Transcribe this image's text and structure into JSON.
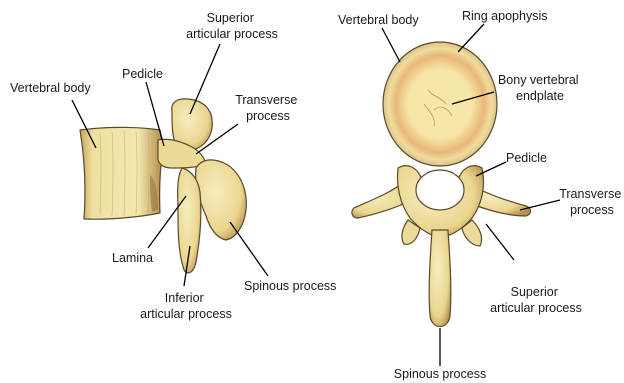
{
  "colors": {
    "bone_light": "#f3e8b0",
    "bone_mid": "#e9d58c",
    "bone_shadow": "#9b7a3a",
    "ring_apophysis": "#e8b878",
    "endplate": "#f6e6a8",
    "outline": "#5a4a2a",
    "background": "#ffffff"
  },
  "left_view": {
    "labels": {
      "superior_articular_process": [
        "Superior",
        "articular process"
      ],
      "vertebral_body": "Vertebral body",
      "pedicle": "Pedicle",
      "transverse_process": [
        "Transverse",
        "process"
      ],
      "lamina": "Lamina",
      "spinous_process": "Spinous process",
      "inferior_articular_process": [
        "Inferior",
        "articular process"
      ]
    }
  },
  "right_view": {
    "labels": {
      "vertebral_body": "Vertebral body",
      "ring_apophysis": "Ring apophysis",
      "bony_vertebral_endplate": [
        "Bony vertebral",
        "endplate"
      ],
      "pedicle": "Pedicle",
      "transverse_process": [
        "Transverse",
        "process"
      ],
      "superior_articular_process": [
        "Superior",
        "articular process"
      ],
      "spinous_process": "Spinous process"
    }
  }
}
